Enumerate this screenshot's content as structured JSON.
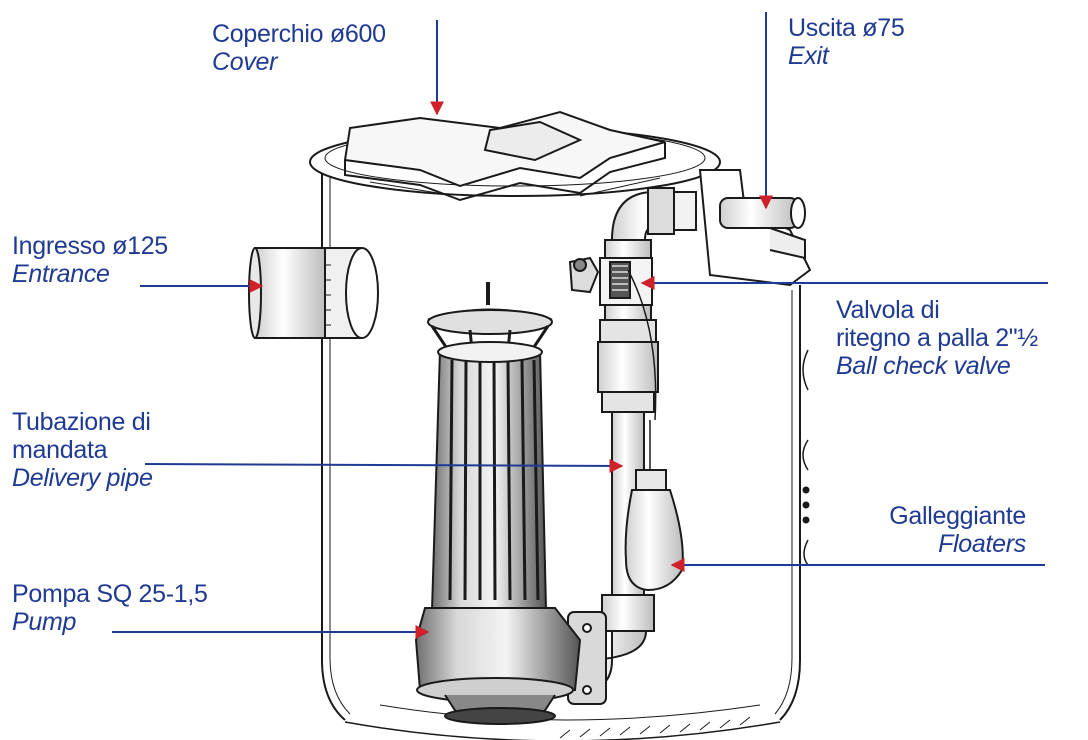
{
  "callouts": {
    "cover": {
      "it": "Coperchio ø600",
      "en": "Cover"
    },
    "exit": {
      "it": "Uscita ø75",
      "en": "Exit"
    },
    "entrance": {
      "it": "Ingresso ø125",
      "en": "Entrance"
    },
    "valve": {
      "it1": "Valvola di",
      "it2": "ritegno a palla 2\"½",
      "en": "Ball check valve"
    },
    "pipe": {
      "it1": "Tubazione di",
      "it2": "mandata",
      "en": "Delivery pipe"
    },
    "floater": {
      "it": "Galleggiante",
      "en": "Floaters"
    },
    "pump": {
      "it": "Pompa SQ 25-1,5",
      "en": "Pump"
    }
  },
  "colors": {
    "label_text": "#1f3a93",
    "leader_line": "#1f3a93",
    "arrow_head": "#d0202a",
    "drawing_stroke": "#1a1a1a"
  }
}
